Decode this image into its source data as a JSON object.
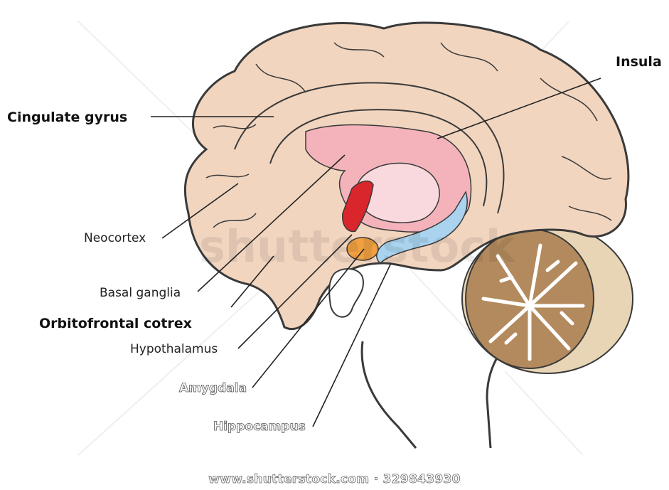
{
  "labels": {
    "insula": "Insula",
    "cingulate_gyrus": "Cingulate gyrus",
    "neocortex": "Neocortex",
    "basal_ganglia": "Basal ganglia",
    "orbitofrontal": "Orbitofrontal cotrex",
    "hypothalamus": "Hypothalamus",
    "amygdala": "Amygdala",
    "hippocampus": "Hippocampus"
  },
  "watermark": {
    "brand": "shutterstock",
    "footer": "www.shutterstock.com · 329843930"
  },
  "colors": {
    "cortex": "#f1d5bf",
    "cortex_outline": "#3a3a3a",
    "limbic_pink": "#f4b3bb",
    "thalamus_light": "#f9d9dd",
    "basal_red": "#d8262c",
    "amygdala_orange": "#f0a040",
    "hippocampus_blue": "#a9d3ee",
    "cerebellum": "#b38a5e",
    "brainstem": "#ffffff"
  }
}
